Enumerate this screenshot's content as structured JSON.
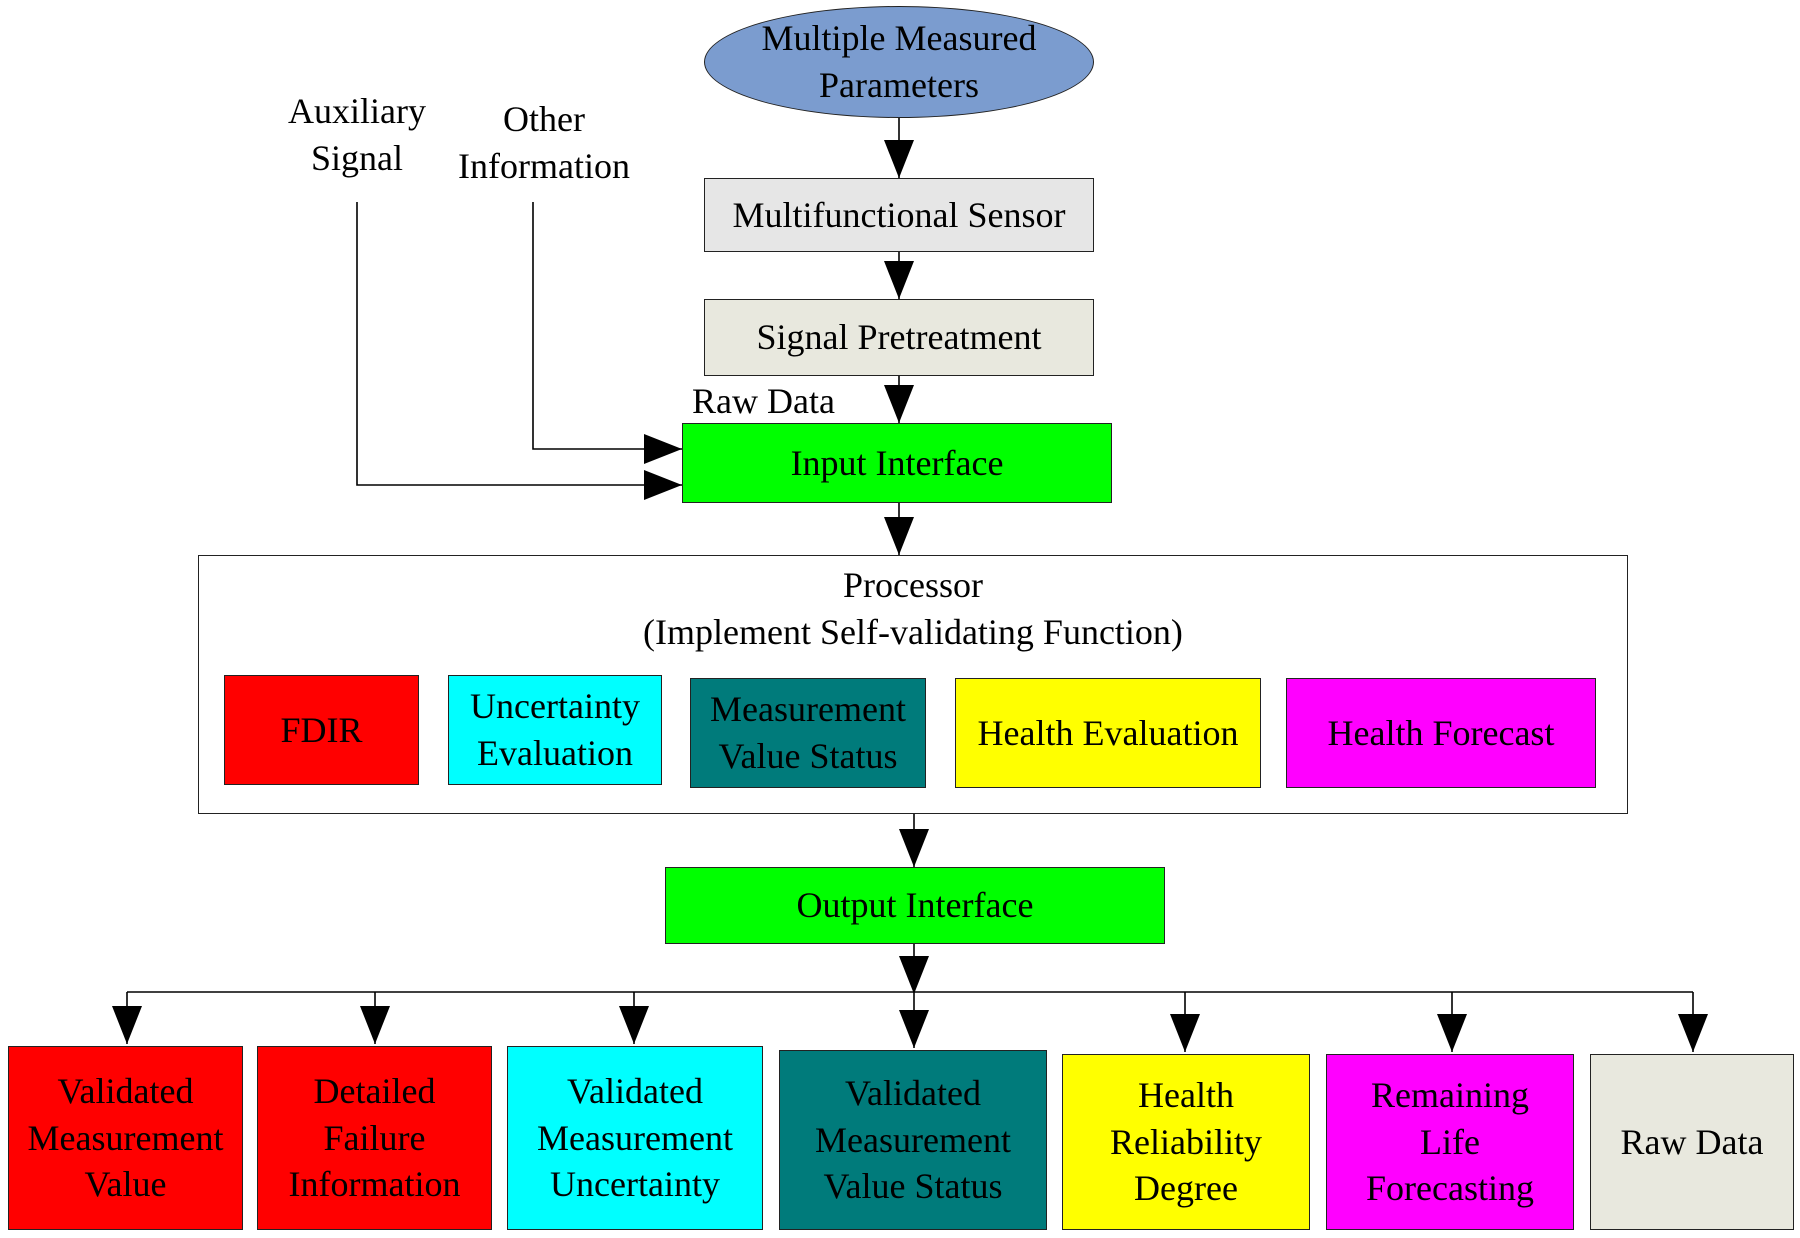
{
  "inputs": {
    "measured_parameters": "Multiple Measured Parameters",
    "auxiliary_signal": "Auxiliary Signal",
    "other_information": "Other Information"
  },
  "stages": {
    "sensor": "Multifunctional Sensor",
    "pretreatment": "Signal Pretreatment",
    "raw_data_label": "Raw Data",
    "input_interface": "Input Interface",
    "output_interface": "Output Interface"
  },
  "processor": {
    "title": "Processor",
    "subtitle": "(Implement Self-validating Function)",
    "modules": [
      {
        "label": "FDIR",
        "color": "#ff0000"
      },
      {
        "label": "Uncertainty Evaluation",
        "color": "#00ffff"
      },
      {
        "label": "Measurement Value Status",
        "color": "#007b7b"
      },
      {
        "label": "Health Evaluation",
        "color": "#ffff00"
      },
      {
        "label": "Health Forecast",
        "color": "#ff00ff"
      }
    ]
  },
  "outputs": [
    {
      "label": "Validated Measurement Value",
      "color": "#ff0000"
    },
    {
      "label": "Detailed Failure Information",
      "color": "#ff0000"
    },
    {
      "label": "Validated Measurement Uncertainty",
      "color": "#00ffff"
    },
    {
      "label": "Validated Measurement Value Status",
      "color": "#007b7b"
    },
    {
      "label": "Health Reliability Degree",
      "color": "#ffff00"
    },
    {
      "label": "Remaining Life Forecasting",
      "color": "#ff00ff"
    },
    {
      "label": "Raw Data",
      "color": "#e8e8de"
    }
  ],
  "colors": {
    "ellipse": "#7b9ccf",
    "sensor": "#e6e6e6",
    "pretreatment": "#e8e8de",
    "interface": "#00ff00",
    "line": "#000000"
  }
}
